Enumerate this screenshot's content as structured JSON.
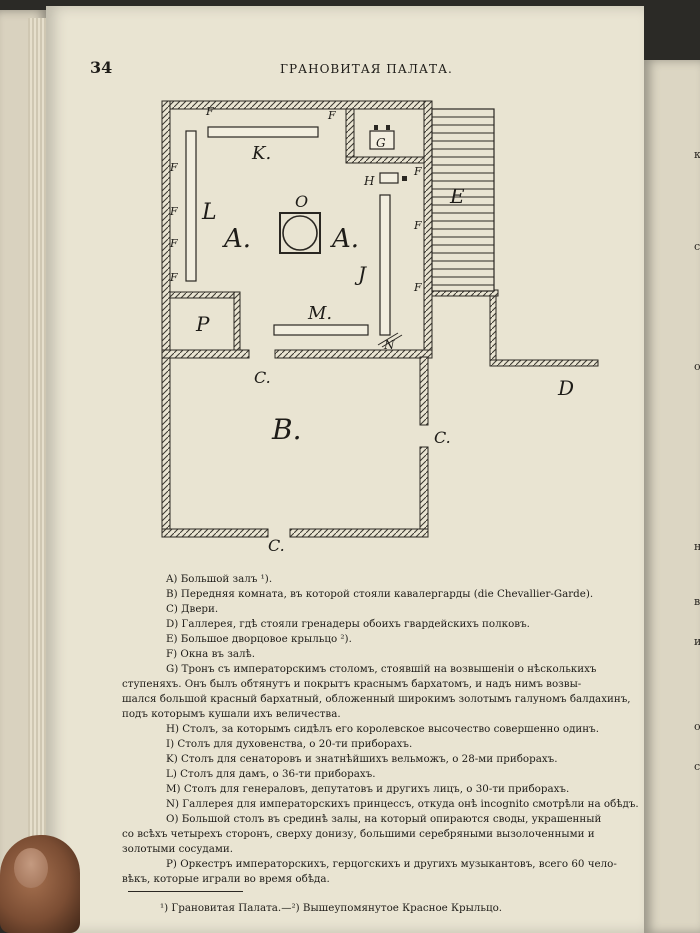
{
  "header": {
    "page_number": "34",
    "running_head": "ГРАНОВИТАЯ ПАЛАТА."
  },
  "plan": {
    "labels": {
      "F": "F",
      "K": "K.",
      "G": "G",
      "H": "H",
      "O": "O",
      "L": "L",
      "A1": "A.",
      "A2": "A.",
      "J": "J",
      "E": "E",
      "P": "P",
      "M": "M.",
      "N": "N",
      "C1": "C.",
      "C2": "C.",
      "C3": "C.",
      "B": "B.",
      "D": "D"
    }
  },
  "legend": [
    "A) Большой залъ ¹).",
    "B) Передняя комната, въ которой стояли кавалергарды (die Chevallier-Garde).",
    "C) Двери.",
    "D) Галлерея, гдѣ стояли гренадеры обоихъ гвардейскихъ полковъ.",
    "E) Большое дворцовое крыльцо ²).",
    "F) Окна въ залѣ.",
    "G) Тронъ съ императорскимъ столомъ, стоявшій на возвышеніи о нѣсколькихъ",
    "ступеняхъ. Онъ былъ обтянутъ и покрытъ краснымъ бархатомъ, и надъ нимъ возвы-",
    "шался большой красный бархатный, обложенный широкимъ золотымъ галуномъ балдахинъ,",
    "подъ которымъ кушали ихъ величества.",
    "H) Столъ, за которымъ сидѣлъ его королевское высочество совершенно одинъ.",
    "I) Столъ для духовенства, о 20-ти приборахъ.",
    "K) Столъ для сенаторовъ и знатнѣйшихъ вельможъ, о 28-ми приборахъ.",
    "L) Столъ для дамъ, о 36-ти приборахъ.",
    "M) Столъ для генераловъ, депутатовъ и другихъ лицъ, о 30-ти приборахъ.",
    "N) Галлерея для императорскихъ принцессъ, откуда онѣ incognito смотрѣли на обѣдъ.",
    "O) Большой столъ въ срединѣ залы, на который опираются своды, украшенный",
    "со всѣхъ четырехъ сторонъ, сверху донизу, большими серебряными вызолоченными и",
    "золотыми сосудами.",
    "P) Оркестръ императорскихъ, герцогскихъ и другихъ музыкантовъ, всего 60 чело-",
    "вѣкъ, которые играли во время обѣда."
  ],
  "footnote": "¹) Грановитая Палата.—²) Вышеупомянутое Красное Крыльцо.",
  "right_page_fragments": [
    "к",
    "с",
    "о",
    "н",
    "в",
    "и",
    "о",
    "с"
  ]
}
